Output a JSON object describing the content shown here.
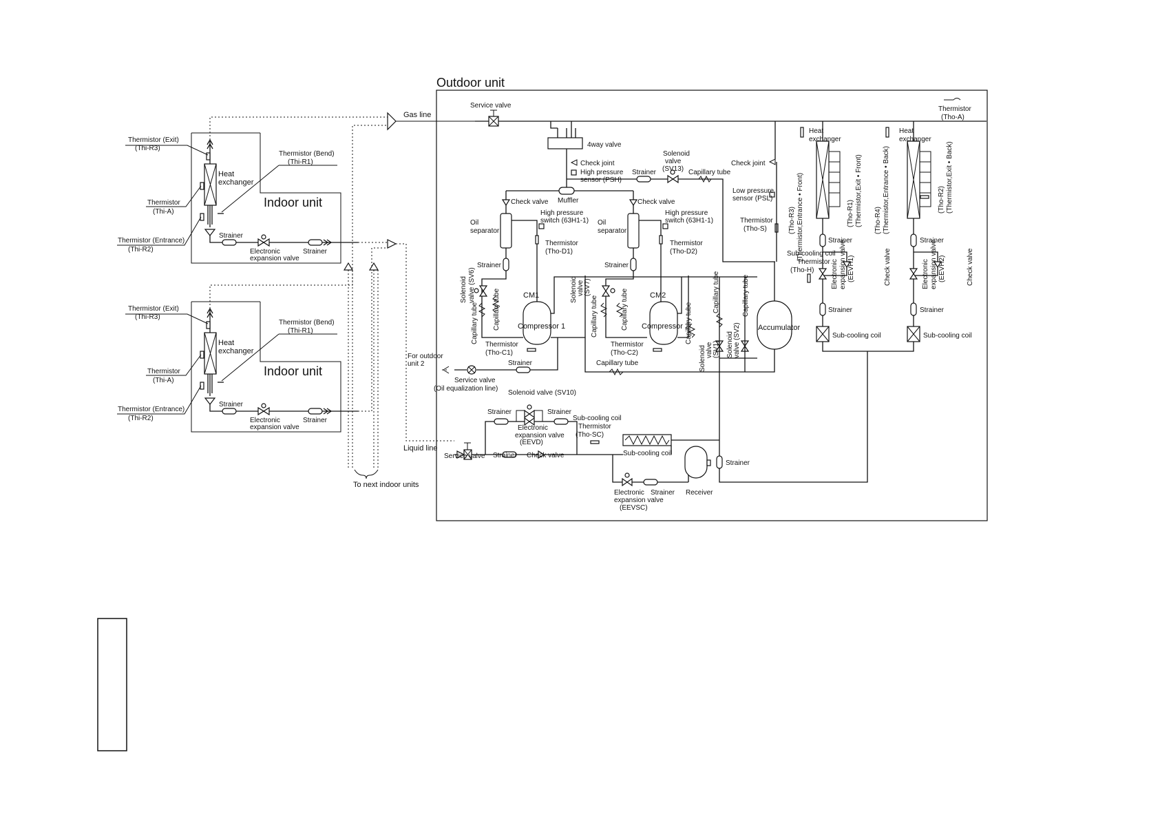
{
  "outdoor_title": "Outdoor unit",
  "indoor_unit_1": {
    "title": "Indoor unit",
    "thermistor_exit": "Thermistor (Exit)",
    "thermistor_exit_code": "(Thi-R3)",
    "thermistor_bend": "Thermistor (Bend)",
    "thermistor_bend_code": "(Thi-R1)",
    "thermistor_air": "Thermistor",
    "thermistor_air_code": "(Thi-A)",
    "thermistor_entrance": "Thermistor (Entrance)",
    "thermistor_entrance_code": "(Thi-R2)",
    "heat_exchanger": "Heat",
    "heat_exchanger_2": "exchanger",
    "strainer_1": "Strainer",
    "eev_1": "Electronic",
    "eev_2": "expansion valve",
    "strainer_2": "Strainer"
  },
  "indoor_unit_2": {
    "title": "Indoor unit",
    "thermistor_exit": "Thermistor (Exit)",
    "thermistor_exit_code": "(Thi-R3)",
    "thermistor_bend": "Thermistor (Bend)",
    "thermistor_bend_code": "(Thi-R1)",
    "thermistor_air": "Thermistor",
    "thermistor_air_code": "(Thi-A)",
    "thermistor_entrance": "Thermistor (Entrance)",
    "thermistor_entrance_code": "(Thi-R2)",
    "heat_exchanger": "Heat",
    "heat_exchanger_2": "exchanger",
    "strainer_1": "Strainer",
    "eev_1": "Electronic",
    "eev_2": "expansion valve",
    "strainer_2": "Strainer"
  },
  "lines": {
    "gas_line": "Gas line",
    "liquid_line": "Liquid line",
    "to_next": "To next indoor units",
    "for_outdoor_1": "For outdoor",
    "for_outdoor_2": "unit 2"
  },
  "labels": {
    "service_valve_top": "Service valve",
    "fourway_valve": "4way valve",
    "check_joint": "Check joint",
    "hp_sensor_1": "High pressure",
    "hp_sensor_2": "sensor (PSH)",
    "muffler": "Muffler",
    "strainer_top": "Strainer",
    "sv13_1": "Solenoid",
    "sv13_2": "valve",
    "sv13_3": "(SV13)",
    "capillary_tube_top": "Capillary tube",
    "check_valve_l": "Check valve",
    "check_valve_r": "Check valve",
    "hp_switch_l_1": "High pressure",
    "hp_switch_l_2": "switch (63H1-1)",
    "hp_switch_r_1": "High pressure",
    "hp_switch_r_2": "switch (63H1-1)",
    "oil_sep_l_1": "Oil",
    "oil_sep_l_2": "separator",
    "oil_sep_r_1": "Oil",
    "oil_sep_r_2": "separator",
    "therm_d1_1": "Thermistor",
    "therm_d1_2": "(Tho-D1)",
    "therm_d2_1": "Thermistor",
    "therm_d2_2": "(Tho-D2)",
    "strainer_l": "Strainer",
    "strainer_r": "Strainer",
    "cm1": "CM1",
    "cm2": "CM2",
    "compressor_1": "Compressor 1",
    "compressor_2": "Compressor 2",
    "sv6_1": "Solenoid",
    "sv6_2": "valve (SV6)",
    "capillary_tube_a": "Capillary tube",
    "capillary_tube_b": "Capillary tube",
    "sv7_1": "Solenoid",
    "sv7_2": "valve",
    "sv7_3": "(SV7)",
    "capillary_tube_c": "Capillary tube",
    "capillary_tube_d": "Capillary tube",
    "capillary_tube_e": "Capillary tube",
    "capillary_tube_f": "Capillary tube",
    "sv1_1": "Solenoid",
    "sv1_2": "valve",
    "sv1_3": "(SV1)",
    "sv2_1": "Solenoid",
    "sv2_2": "valve (SV2)",
    "capillary_tube_g": "Capillary tube",
    "therm_c1_1": "Thermistor",
    "therm_c1_2": "(Tho-C1)",
    "therm_c2_1": "Thermistor",
    "therm_c2_2": "(Tho-C2)",
    "capillary_tube_h": "Capillary tube",
    "accumulator": "Accumulator",
    "strainer_oil": "Strainer",
    "service_valve_oil_1": "Service valve",
    "service_valve_oil_2": "(Oil equalization line)",
    "check_joint_r": "Check joint",
    "lp_sensor_1": "Low pressure",
    "lp_sensor_2": "sensor (PSL)",
    "therm_s_1": "Thermistor",
    "therm_s_2": "(Tho-S)",
    "tho_r3_1": "(Tho-R3)",
    "tho_r3_2": "(Thermistor,Entrance • Front)",
    "sub_cool_therm_1": "Sub-cooling coil",
    "sub_cool_therm_2": "Thermistor",
    "sub_cool_therm_3": "(Tho-H)",
    "hex_front_1": "Heat",
    "hex_front_2": "exchanger",
    "hex_back_1": "Heat",
    "hex_back_2": "exchanger",
    "tho_r1_1": "(Tho-R1)",
    "tho_r1_2": "(Thermistor,Exit • Front)",
    "tho_r4_1": "(Tho-R4)",
    "tho_r4_2": "(Thermistor,Entrance • Back)",
    "tho_r2_1": "(Tho-R2)",
    "tho_r2_2": "(Thermistor,Exit • Back)",
    "therm_a_1": "Thermistor",
    "therm_a_2": "(Tho-A)",
    "strainer_h1a": "Strainer",
    "strainer_h1b": "Strainer",
    "strainer_h2a": "Strainer",
    "strainer_h2b": "Strainer",
    "eevh1_1": "Electronic",
    "eevh1_2": "expansion valve",
    "eevh1_3": "(EEVH1)",
    "eevh2_1": "Electronic",
    "eevh2_2": "expansion valve",
    "eevh2_3": "(EEVH2)",
    "check_valve_h1": "Check valve",
    "check_valve_h2": "Check valve",
    "sub_cooling_coil_1": "Sub-cooling coil",
    "sub_cooling_coil_2": "Sub-cooling coil",
    "sv10": "Solenoid valve (SV10)",
    "strainer_b1": "Strainer",
    "strainer_b2": "Strainer",
    "eevd_1": "Electronic",
    "eevd_2": "expansion valve",
    "eevd_3": "(EEVD)",
    "sub_cool_sc_1": "Sub-cooling coil",
    "sub_cool_sc_2": "Thermistor",
    "sub_cool_sc_3": "(Tho-SC)",
    "service_valve_liq": "Service valve",
    "strainer_liq": "Strainer",
    "check_valve_liq": "Check valve",
    "sub_cooling_coil_c": "Sub-cooling coil",
    "eevsc_1": "Electronic",
    "eevsc_2": "expansion valve",
    "eevsc_3": "(EEVSC)",
    "strainer_sc": "Strainer",
    "receiver": "Receiver",
    "strainer_rec": "Strainer"
  }
}
